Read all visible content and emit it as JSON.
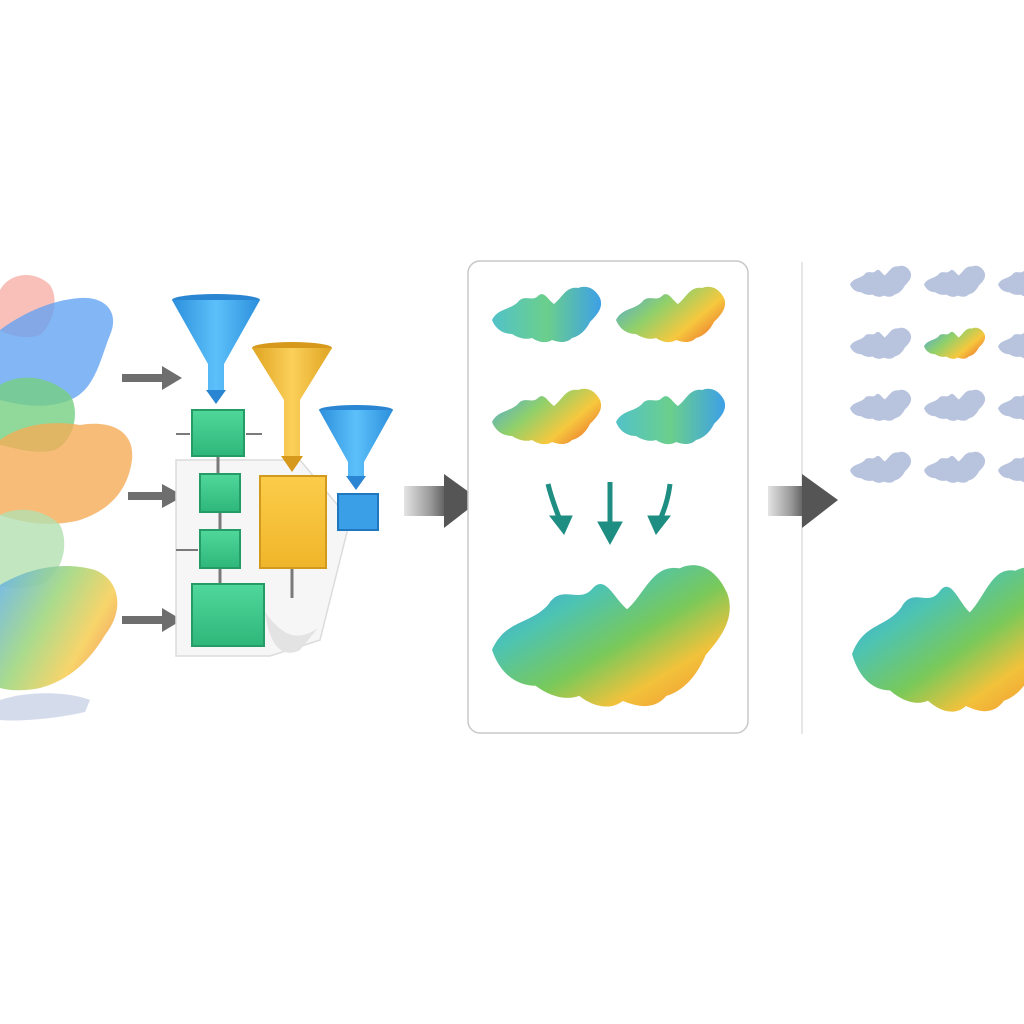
{
  "colors": {
    "background": "#ffffff",
    "funnel_blue": "#3aa6ee",
    "funnel_yellow": "#f3bf33",
    "box_green": "#3cc98a",
    "box_yellow": "#f7c43c",
    "box_blue": "#3a9fe6",
    "arrow_gray": "#6e6e6e",
    "arrow_teal": "#1f8e82",
    "panel_border": "#c8c8c8",
    "map_gray": "#b8c3de",
    "divider": "#dddddd"
  },
  "stages": [
    {
      "name": "input-heatmaps",
      "description_icon": "stacked-colored-maps"
    },
    {
      "name": "processing-pipeline",
      "description_icon": "funnels-and-boxes"
    },
    {
      "name": "candidate-maps-merge",
      "description_icon": "four-maps-to-one"
    },
    {
      "name": "selection-output",
      "description_icon": "grid-of-maps"
    }
  ],
  "grid": {
    "rows": 4,
    "cols": 3,
    "highlighted": [
      1,
      1
    ]
  }
}
